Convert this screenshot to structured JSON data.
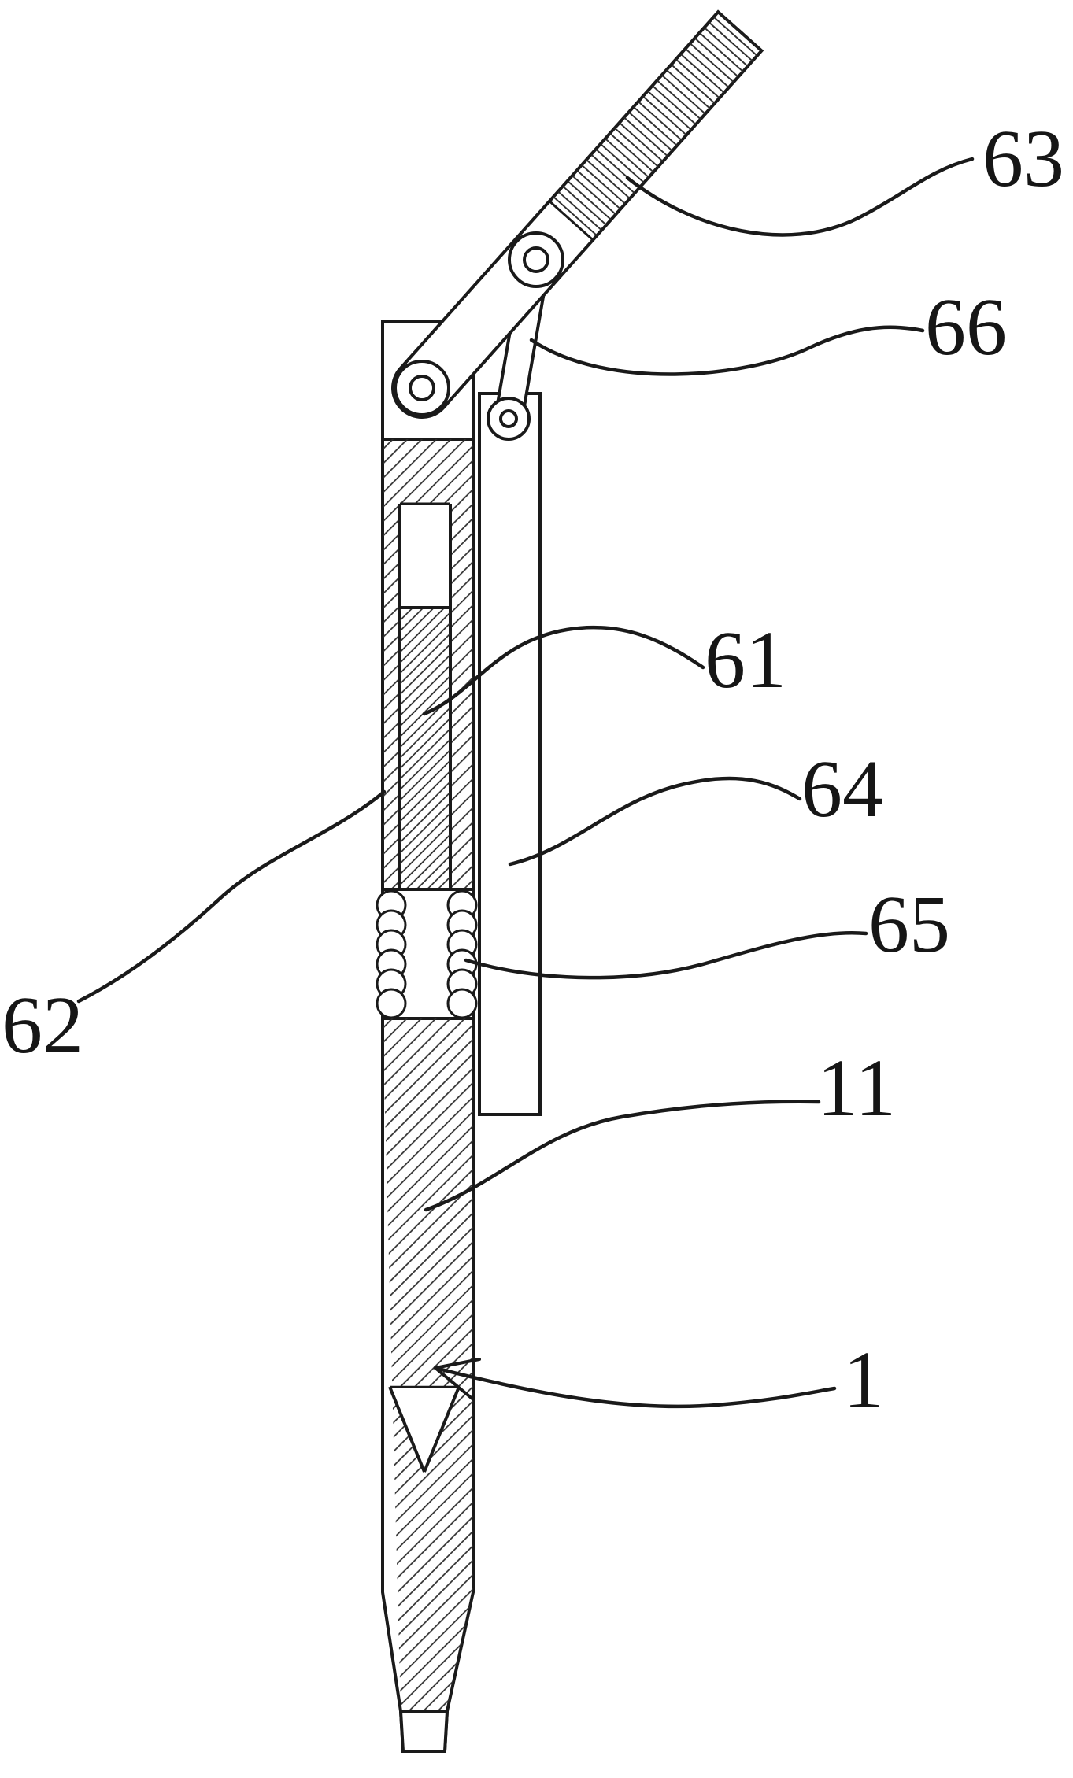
{
  "drawing": {
    "reference_labels": {
      "63": "63",
      "66": "66",
      "61": "61",
      "64": "64",
      "65": "65",
      "62": "62",
      "11": "11",
      "1": "1"
    },
    "colors": {
      "ink": "#1a1a1a",
      "paper": "#ffffff"
    }
  }
}
